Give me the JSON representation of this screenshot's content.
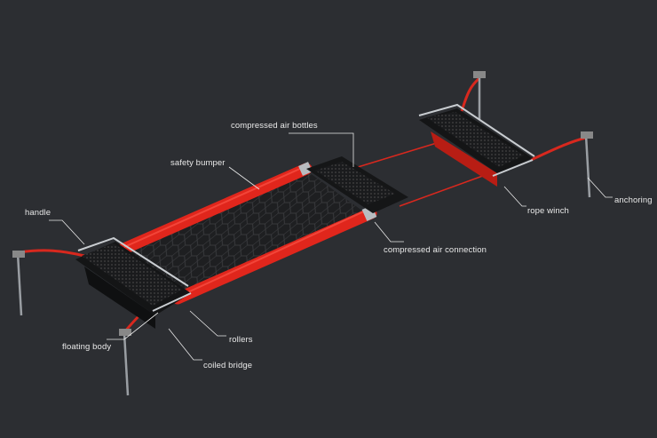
{
  "labels": {
    "compressed_air_bottles": "compressed air bottles",
    "safety_bumper": "safety bumper",
    "handle": "handle",
    "compressed_air_connection": "compressed air connection",
    "rope_winch": "rope winch",
    "anchoring": "anchoring",
    "floating_body": "floating body",
    "rollers": "rollers",
    "coiled_bridge": "coiled bridge"
  },
  "colors": {
    "background": "#2c2e32",
    "tube_red": "#e0261c",
    "mat": "#1e1f21",
    "metal": "#b8bcc0",
    "leader_line": "#e8e8e8"
  }
}
